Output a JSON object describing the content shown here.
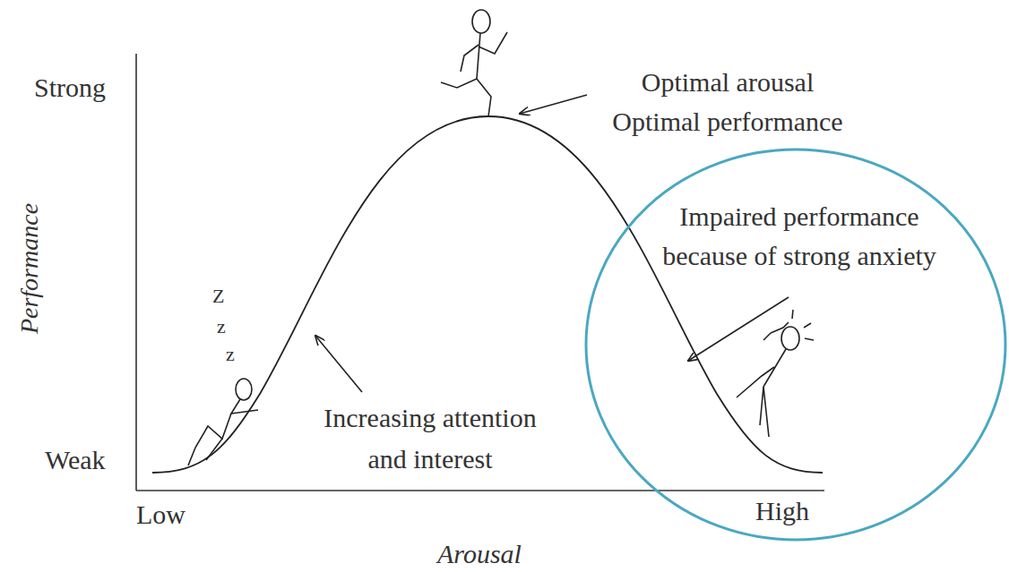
{
  "diagram": {
    "nodes": [
      {
        "text": [
          "Impaired performance because of strong anxiety"
        ]
      }
    ],
    "labels": [
      "Strong",
      "Weak",
      "Performance",
      "Optimal arousal Optimal performance",
      "Z",
      "z",
      "z",
      "Increasing attention and interest",
      "Low",
      "High",
      "Arousal"
    ]
  }
}
